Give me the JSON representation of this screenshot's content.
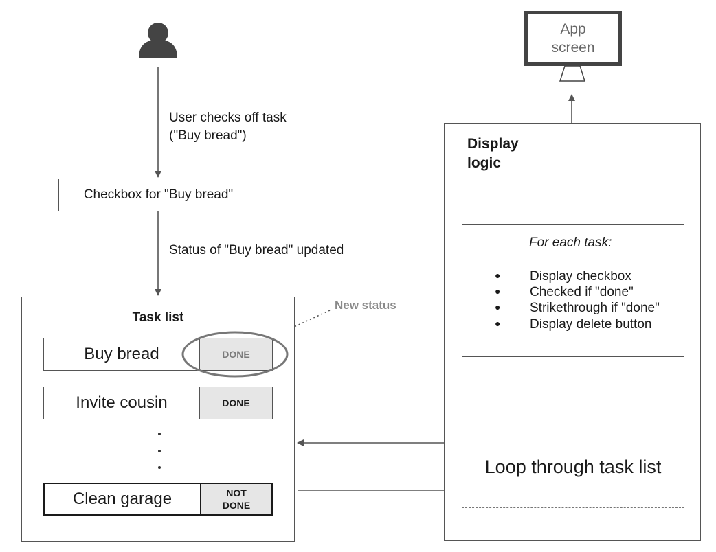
{
  "user": {
    "icon": "person-icon",
    "action_line1": "User checks off task",
    "action_line2": "(\"Buy bread\")"
  },
  "checkbox": {
    "label": "Checkbox for \"Buy bread\""
  },
  "status_update": {
    "label": "Status of \"Buy bread\" updated"
  },
  "task_list": {
    "title": "Task list",
    "new_status_label": "New status",
    "rows": [
      {
        "name": "Buy bread",
        "status": "DONE"
      },
      {
        "name": "Invite cousin",
        "status": "DONE"
      },
      {
        "name": "Clean garage",
        "status_line1": "NOT",
        "status_line2": "DONE"
      }
    ]
  },
  "display_logic": {
    "title_line1": "Display",
    "title_line2": "logic",
    "for_each": {
      "heading": "For each task:",
      "bullet": "●",
      "items": [
        "Display checkbox",
        "Checked if \"done\"",
        "Strikethrough if \"done\"",
        "Display delete button"
      ]
    },
    "loop": {
      "label": "Loop through task list"
    }
  },
  "app_screen": {
    "icon": "monitor-icon",
    "line1": "App",
    "line2": "screen"
  },
  "colors": {
    "line": "#555555",
    "status_fill": "#e6e6e6",
    "muted": "#8a8a8a"
  }
}
